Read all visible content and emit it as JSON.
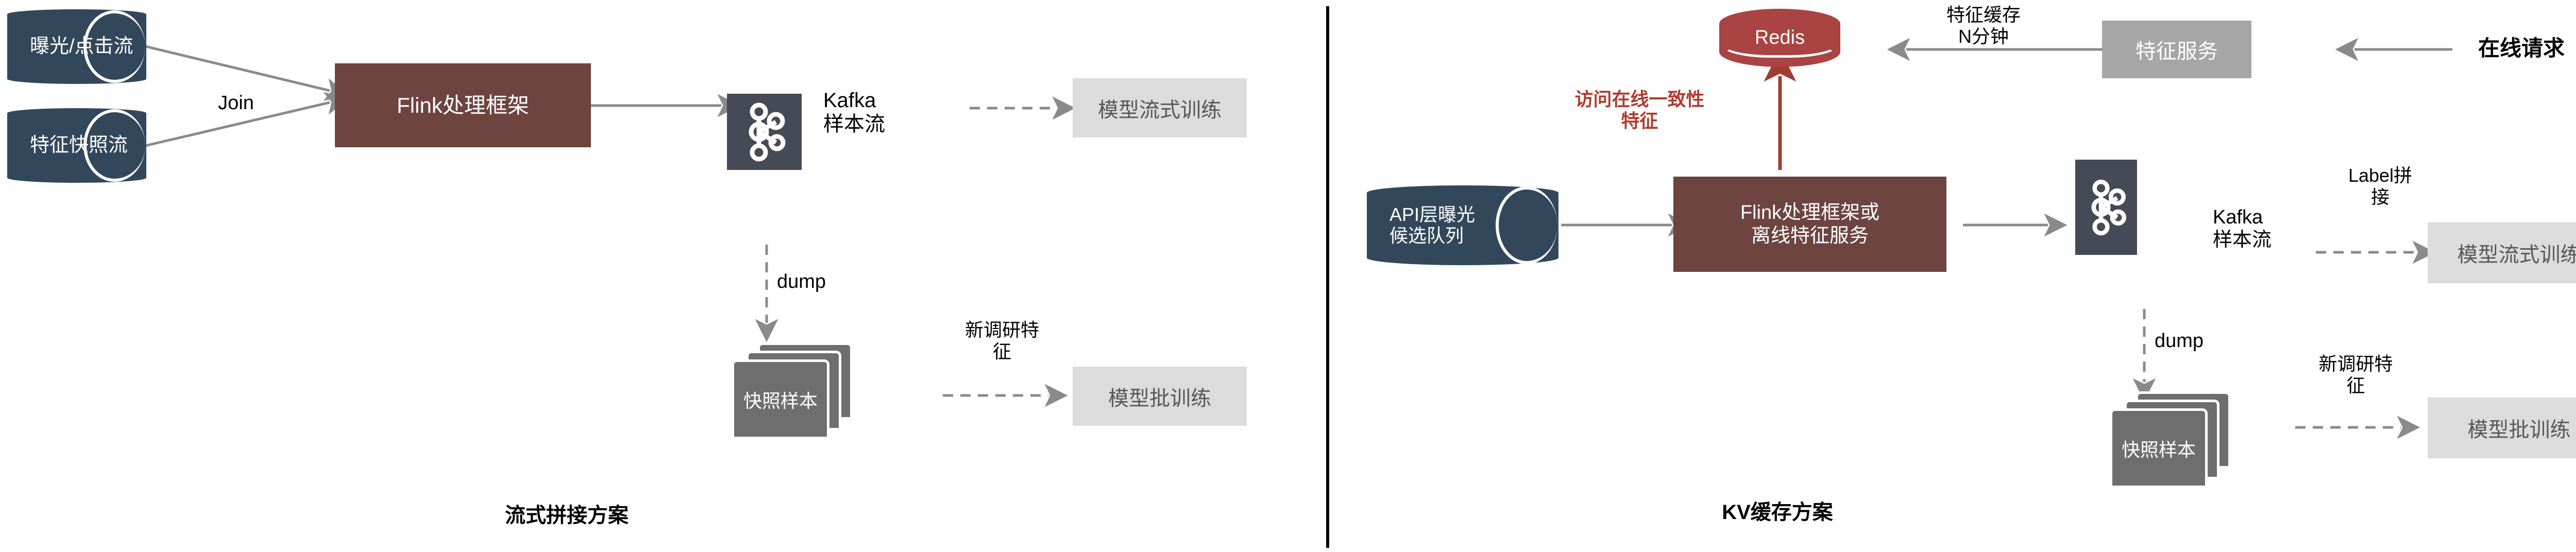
{
  "meta": {
    "title_left": "流式拼接方案",
    "title_right": "KV缓存方案"
  },
  "colors": {
    "db_navy": "#33475b",
    "process_maroon": "#6d4440",
    "redis_red": "#a94442",
    "kafka_tile": "#464a56",
    "terminal_gray": "#dcdcdc",
    "service_gray": "#a6a6a6",
    "docs_gray": "#6e6e6e",
    "arrow_gray": "#8a8a8a",
    "red_text": "#b03a2e",
    "divider": "#000000"
  },
  "left_panel": {
    "caption": "流式拼接方案",
    "nodes": {
      "source_click_stream": "曝光/点击流",
      "source_feature_snapshot": "特征快照流",
      "join_label": "Join",
      "flink_box": "Flink处理框架",
      "kafka_icon": "kafka-icon",
      "kafka_label": "Kafka\n样本流",
      "dump_label": "dump",
      "snapshot_samples": "快照样本",
      "new_research_feature": "新调研特\n征",
      "model_stream_training": "模型流式训练",
      "model_batch_training": "模型批训练"
    }
  },
  "right_panel": {
    "caption": "KV缓存方案",
    "nodes": {
      "redis": "Redis",
      "redis_note": "访问在线一致性\n特征",
      "feature_cache_label": "特征缓存\nN分钟",
      "feature_service": "特征服务",
      "online_request": "在线请求",
      "api_queue": "API层曝光\n候选队列",
      "flink_box": "Flink处理框架或\n离线特征服务",
      "kafka_icon": "kafka-icon",
      "kafka_label": "Kafka\n样本流",
      "label_join": "Label拼\n接",
      "dump_label": "dump",
      "snapshot_samples": "快照样本",
      "new_research_feature": "新调研特\n征",
      "model_stream_training": "模型流式训练",
      "model_batch_training": "模型批训练"
    }
  }
}
